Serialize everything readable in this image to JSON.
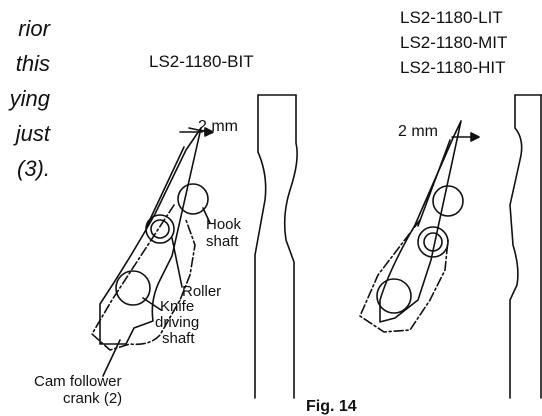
{
  "intro_fragments": [
    "rior",
    "this",
    "ying",
    "just",
    "(3)."
  ],
  "left_figure": {
    "model": "LS2-1180-BIT",
    "gap": "2 mm",
    "hook_shaft": [
      "Hook",
      "shaft"
    ],
    "roller": "Roller",
    "knife_driving_shaft": [
      "Knife",
      "driving",
      "shaft"
    ],
    "cam_follower": [
      "Cam follower",
      "crank (2)"
    ]
  },
  "right_figure": {
    "models": [
      "LS2-1180-LIT",
      "LS2-1180-MIT",
      "LS2-1180-HIT"
    ],
    "gap": "2 mm"
  },
  "figure_caption": "Fig. 14"
}
